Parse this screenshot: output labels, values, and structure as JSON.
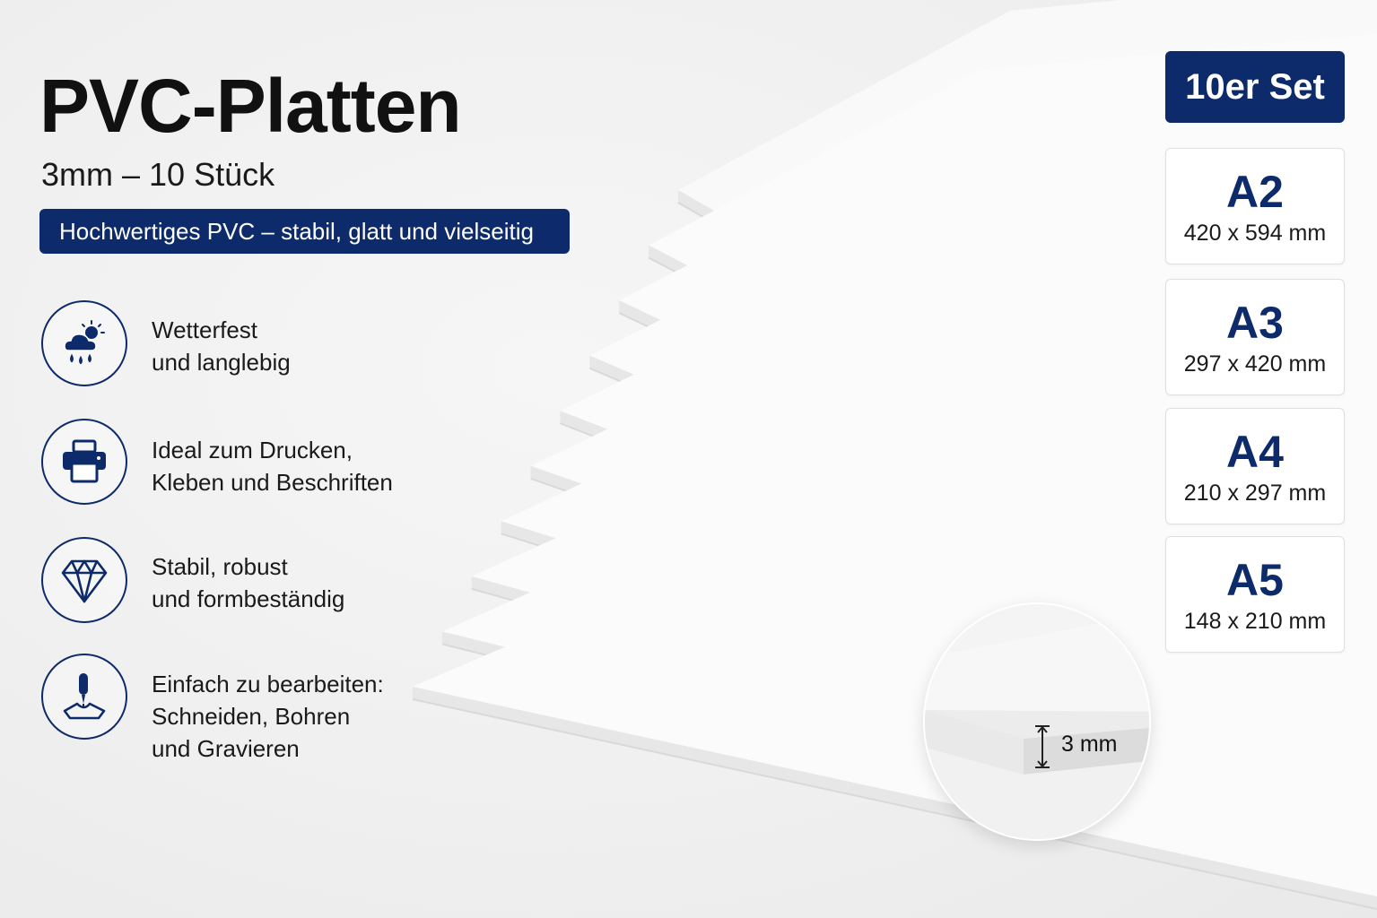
{
  "header": {
    "title": "PVC-Platten",
    "subtitle": "3mm – 10 Stück",
    "tagline": "Hochwertiges PVC – stabil, glatt und vielseitig"
  },
  "features": [
    {
      "icon": "weather-icon",
      "lines": [
        "Wetterfest",
        "und langlebig"
      ]
    },
    {
      "icon": "printer-icon",
      "lines": [
        "Ideal zum Drucken,",
        "Kleben und Beschriften"
      ]
    },
    {
      "icon": "diamond-icon",
      "lines": [
        "Stabil, robust",
        "und formbeständig"
      ]
    },
    {
      "icon": "engraving-tool-icon",
      "lines": [
        "Einfach zu bearbeiten:",
        "Schneiden, Bohren",
        "und Gravieren"
      ]
    }
  ],
  "set_badge": "10er Set",
  "sizes": [
    {
      "name": "A2",
      "dims": "420 x 594 mm"
    },
    {
      "name": "A3",
      "dims": "297 x 420 mm"
    },
    {
      "name": "A4",
      "dims": "210 x 297 mm"
    },
    {
      "name": "A5",
      "dims": "148 x 210 mm"
    }
  ],
  "thickness_label": "3 mm",
  "sheet_count": 10,
  "colors": {
    "brand": "#0d2a6b",
    "sheet": "#ffffff",
    "background": "#efefef"
  }
}
